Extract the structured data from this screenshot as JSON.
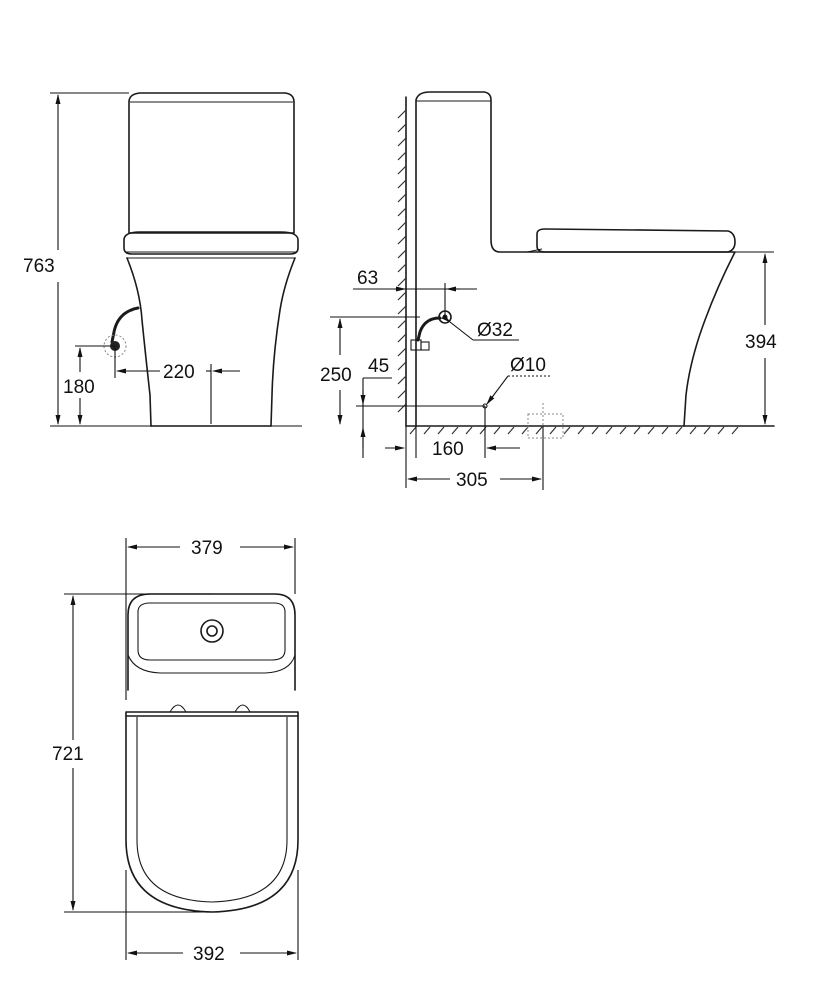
{
  "drawing": {
    "front_view": {
      "labels": {
        "total_height": "763",
        "inlet_height": "180",
        "inlet_offset": "220"
      }
    },
    "side_view": {
      "labels": {
        "inlet_wall_offset": "63",
        "inlet_diameter": "Ø32",
        "inlet_height": "250",
        "outlet_height": "45",
        "outlet_diameter": "Ø10",
        "seat_height": "394",
        "outlet_wall_offset": "160",
        "rough_in": "305"
      }
    },
    "top_view": {
      "labels": {
        "tank_width": "379",
        "total_depth": "721",
        "bowl_width": "392"
      }
    },
    "colors": {
      "line": "#1a1a1a",
      "background": "#ffffff"
    }
  }
}
